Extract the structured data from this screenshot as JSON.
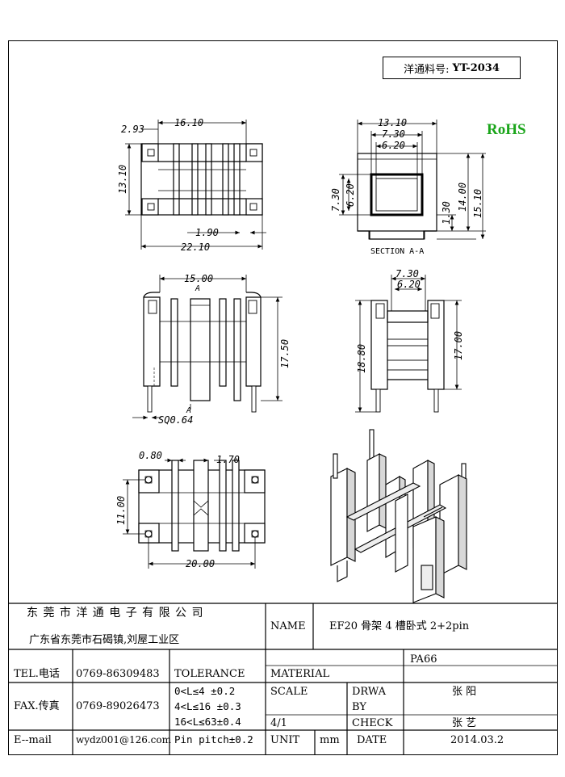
{
  "part_number": {
    "label": "洋通料号:",
    "value": "YT-2034"
  },
  "rohs": "RoHS",
  "dims": {
    "top_overall": "16.10",
    "top_offset": "2.93",
    "top_height": "13.10",
    "top_pitch": "1.90",
    "top_width": "22.10",
    "sec_outer": "13.10",
    "sec_mid": "7.30",
    "sec_inner": "6.20",
    "sec_left_a": "7.30",
    "sec_left_b": "6.20",
    "sec_r1": "1.30",
    "sec_r2": "14.00",
    "sec_r3": "15.10",
    "section_label": "SECTION A-A",
    "front_width": "15.00",
    "front_a": "A",
    "front_height": "17.50",
    "front_a2": "A",
    "front_pin": "SQ0.64",
    "side_top_a": "7.30",
    "side_top_b": "6.20",
    "side_h1": "18.80",
    "side_h2": "17.00",
    "bot_a": "0.80",
    "bot_b": "1.70",
    "bot_h": "11.00",
    "bot_w": "20.00"
  },
  "title_block": {
    "company": "东 莞 市 洋 通 电 子 有 限 公 司",
    "address": "广东省东莞市石碣镇,刘屋工业区",
    "name_label": "NAME",
    "name_value": "EF20 骨架 4 槽卧式 2+2pin",
    "tel_label": "TEL.电话",
    "tel_value": "0769-86309483",
    "fax_label": "FAX.传真",
    "fax_value": "0769-89026473",
    "email_label": "E--mail",
    "email_value": "wydz001@126.com",
    "tolerance_label": "TOLERANCE",
    "tol_1": "0<L≤4  ±0.2",
    "tol_2": "4<L≤16 ±0.3",
    "tol_3": "16<L≤63±0.4",
    "tol_4": "Pin pitch±0.2",
    "material_label": "MATERIAL",
    "material_value": "PA66",
    "scale_label": "SCALE",
    "scale_value": "4/1",
    "drawn_label_1": "DRWA",
    "drawn_label_2": "BY",
    "drawn_value": "张 阳",
    "check_label": "CHECK",
    "check_value": "张 艺",
    "unit_label": "UNIT",
    "unit_value": "mm",
    "date_label": "DATE",
    "date_value": "2014.03.2"
  }
}
